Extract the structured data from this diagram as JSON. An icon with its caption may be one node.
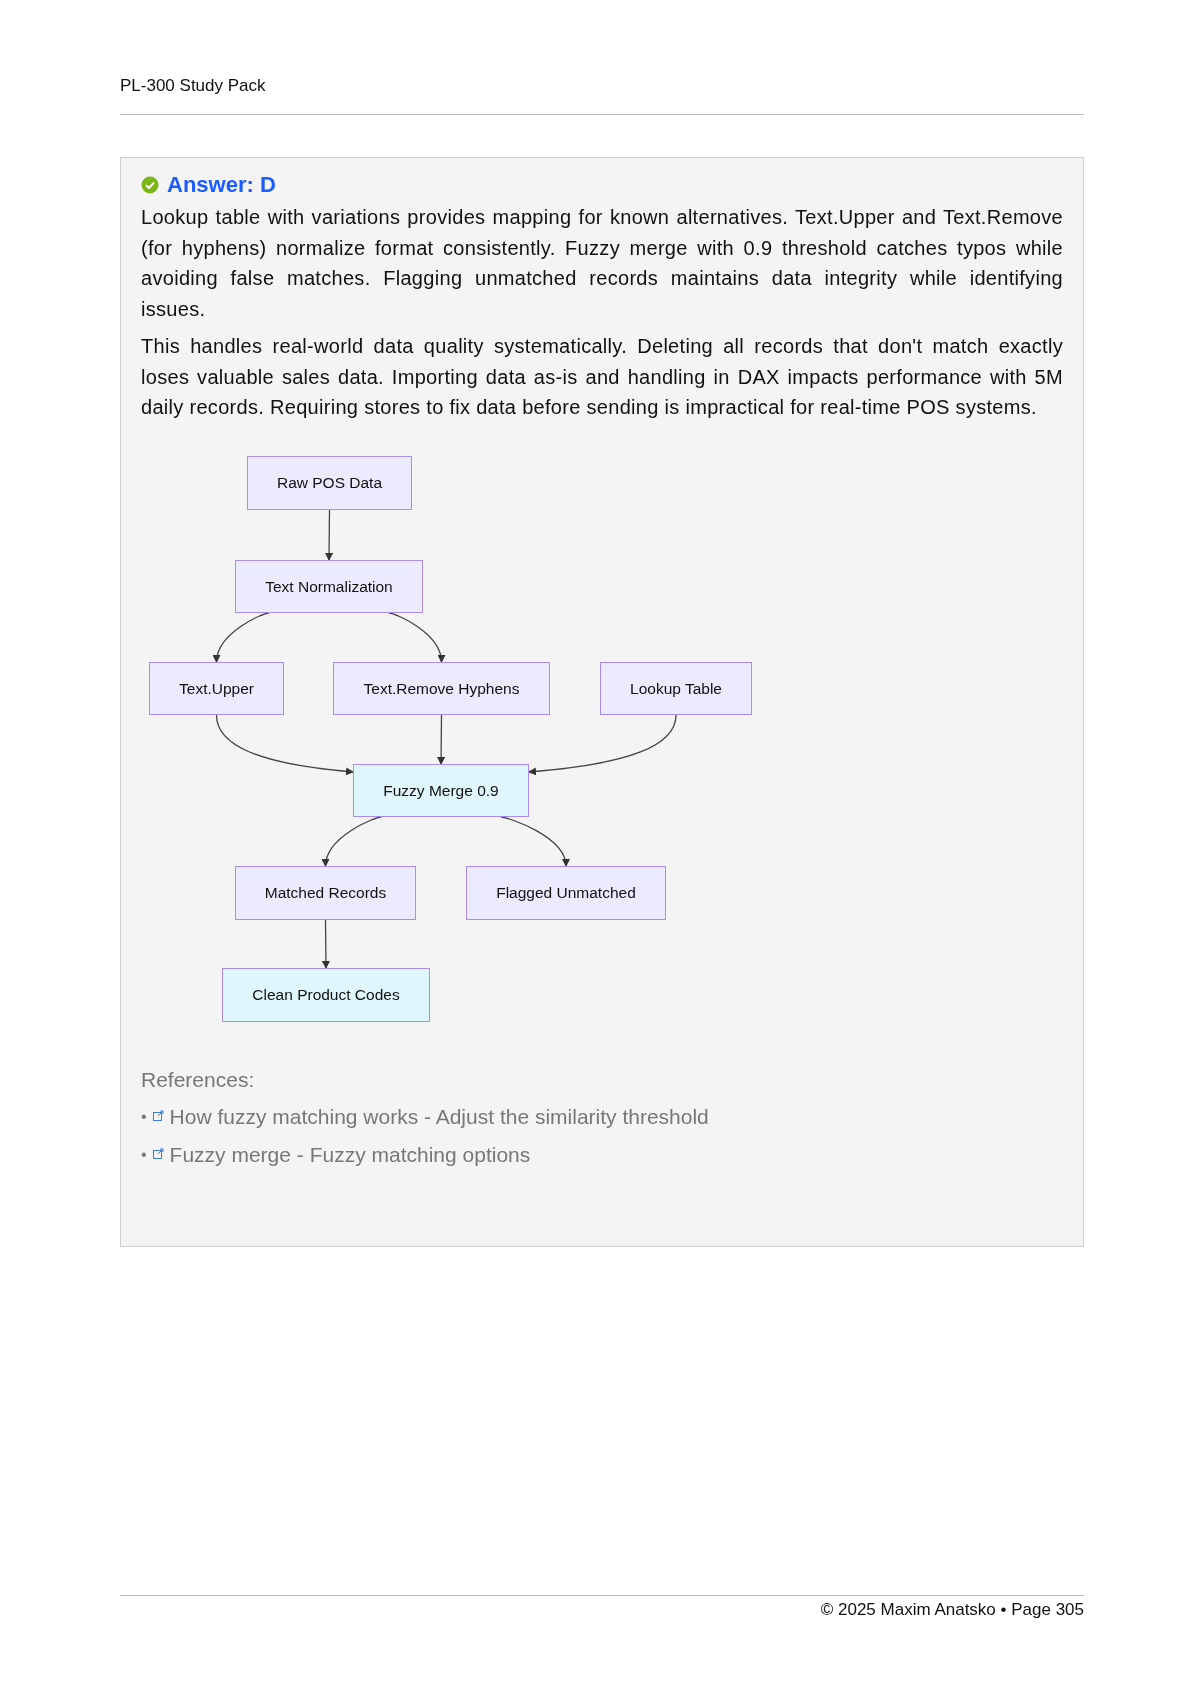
{
  "diagram": {
    "nodes": [
      {
        "text": [
          "Raw POS Data"
        ]
      },
      {
        "text": [
          "Text Normalization"
        ]
      },
      {
        "text": [
          "Text.Upper"
        ]
      },
      {
        "text": [
          "Text.Remove Hyphens"
        ]
      },
      {
        "text": [
          "Lookup Table"
        ]
      },
      {
        "text": [
          "Fuzzy Merge 0.9"
        ]
      },
      {
        "text": [
          "Matched Records"
        ]
      },
      {
        "text": [
          "Flagged Unmatched"
        ]
      },
      {
        "text": [
          "Clean Product Codes"
        ]
      }
    ],
    "edges": [
      {
        "from": 0,
        "to": 1,
        "arrow": "to"
      },
      {
        "from": 1,
        "to": 2,
        "arrow": "to"
      },
      {
        "from": 1,
        "to": 3,
        "arrow": "to"
      },
      {
        "from": 2,
        "to": 5,
        "arrow": "to"
      },
      {
        "from": 3,
        "to": 5,
        "arrow": "to"
      },
      {
        "from": 4,
        "to": 5,
        "arrow": "to"
      },
      {
        "from": 5,
        "to": 6,
        "arrow": "to"
      },
      {
        "from": 5,
        "to": 7,
        "arrow": "to"
      },
      {
        "from": 6,
        "to": 8,
        "arrow": "to"
      }
    ],
    "labels": [
      "PL-300 Study Pack",
      "Answer: D",
      "Lookup table with variations provides mapping for known alternatives. Text.Upper and Text.Remove (for hyphens) normalize format consistently. Fuzzy merge with 0.9 threshold catches typos while avoiding false matches. Flagging unmatched records maintains data integrity while identifying issues.",
      "This handles real-world data quality systematically. Deleting all records that don't match exactly loses valuable sales data. Importing data as-is and handling in DAX impacts performance with 5M daily records. Requiring stores to fix data before sending is impractical for real-time POS systems.",
      "References:",
      "•",
      "How fuzzy matching works - Adjust the similarity threshold",
      "•",
      "Fuzzy merge - Fuzzy matching options",
      "© 2025 Maxim Anatsko • Page 305"
    ]
  }
}
